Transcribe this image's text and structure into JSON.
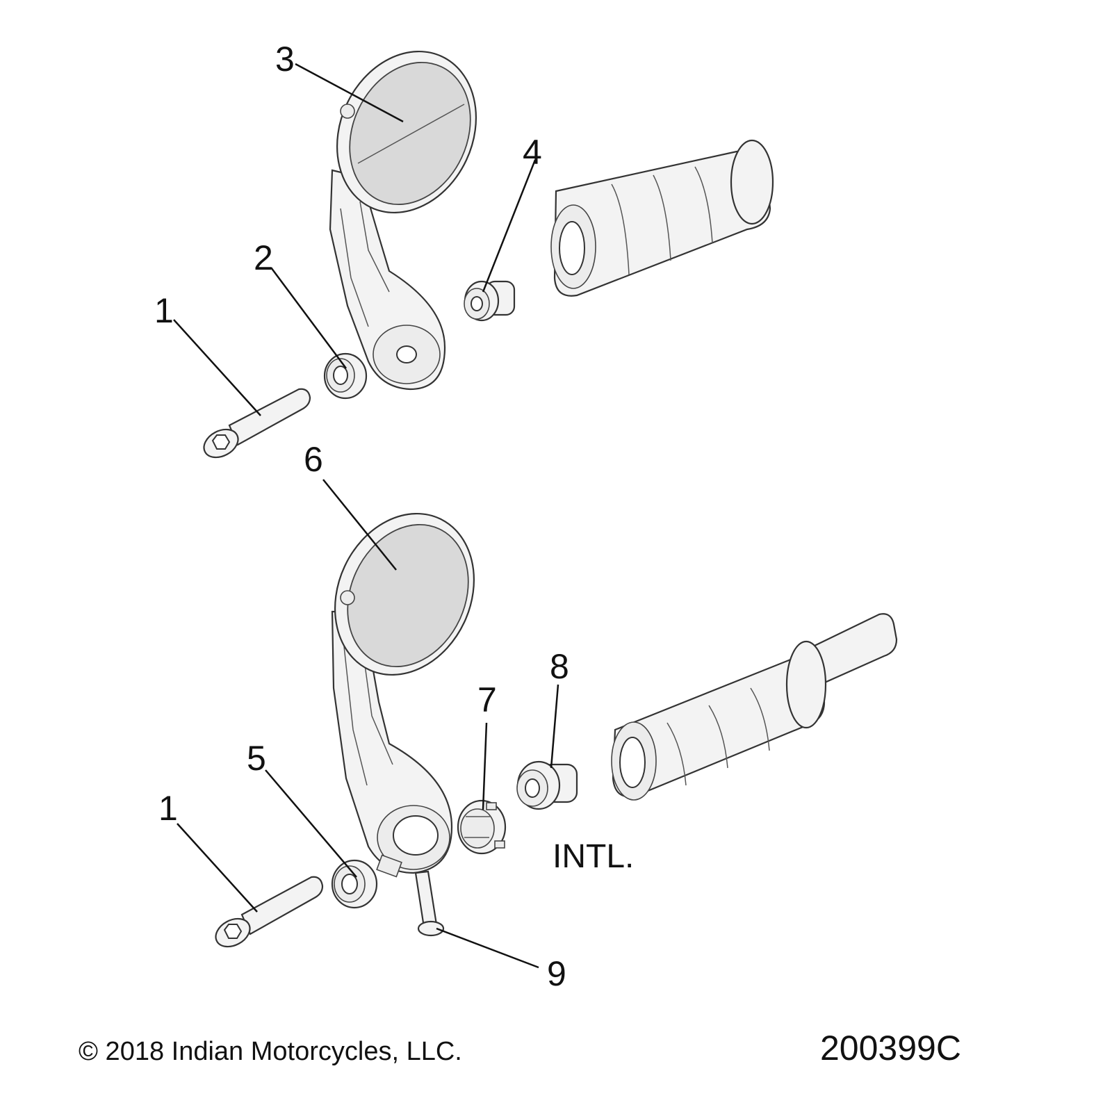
{
  "diagram": {
    "callouts": {
      "c1_top": "1",
      "c2": "2",
      "c3": "3",
      "c4": "4",
      "c5": "5",
      "c6": "6",
      "c7": "7",
      "c8": "8",
      "c9": "9",
      "c1_bottom": "1"
    },
    "region_note": "INTL.",
    "copyright": "© 2018 Indian Motorcycles, LLC.",
    "drawing_number": "200399C"
  }
}
